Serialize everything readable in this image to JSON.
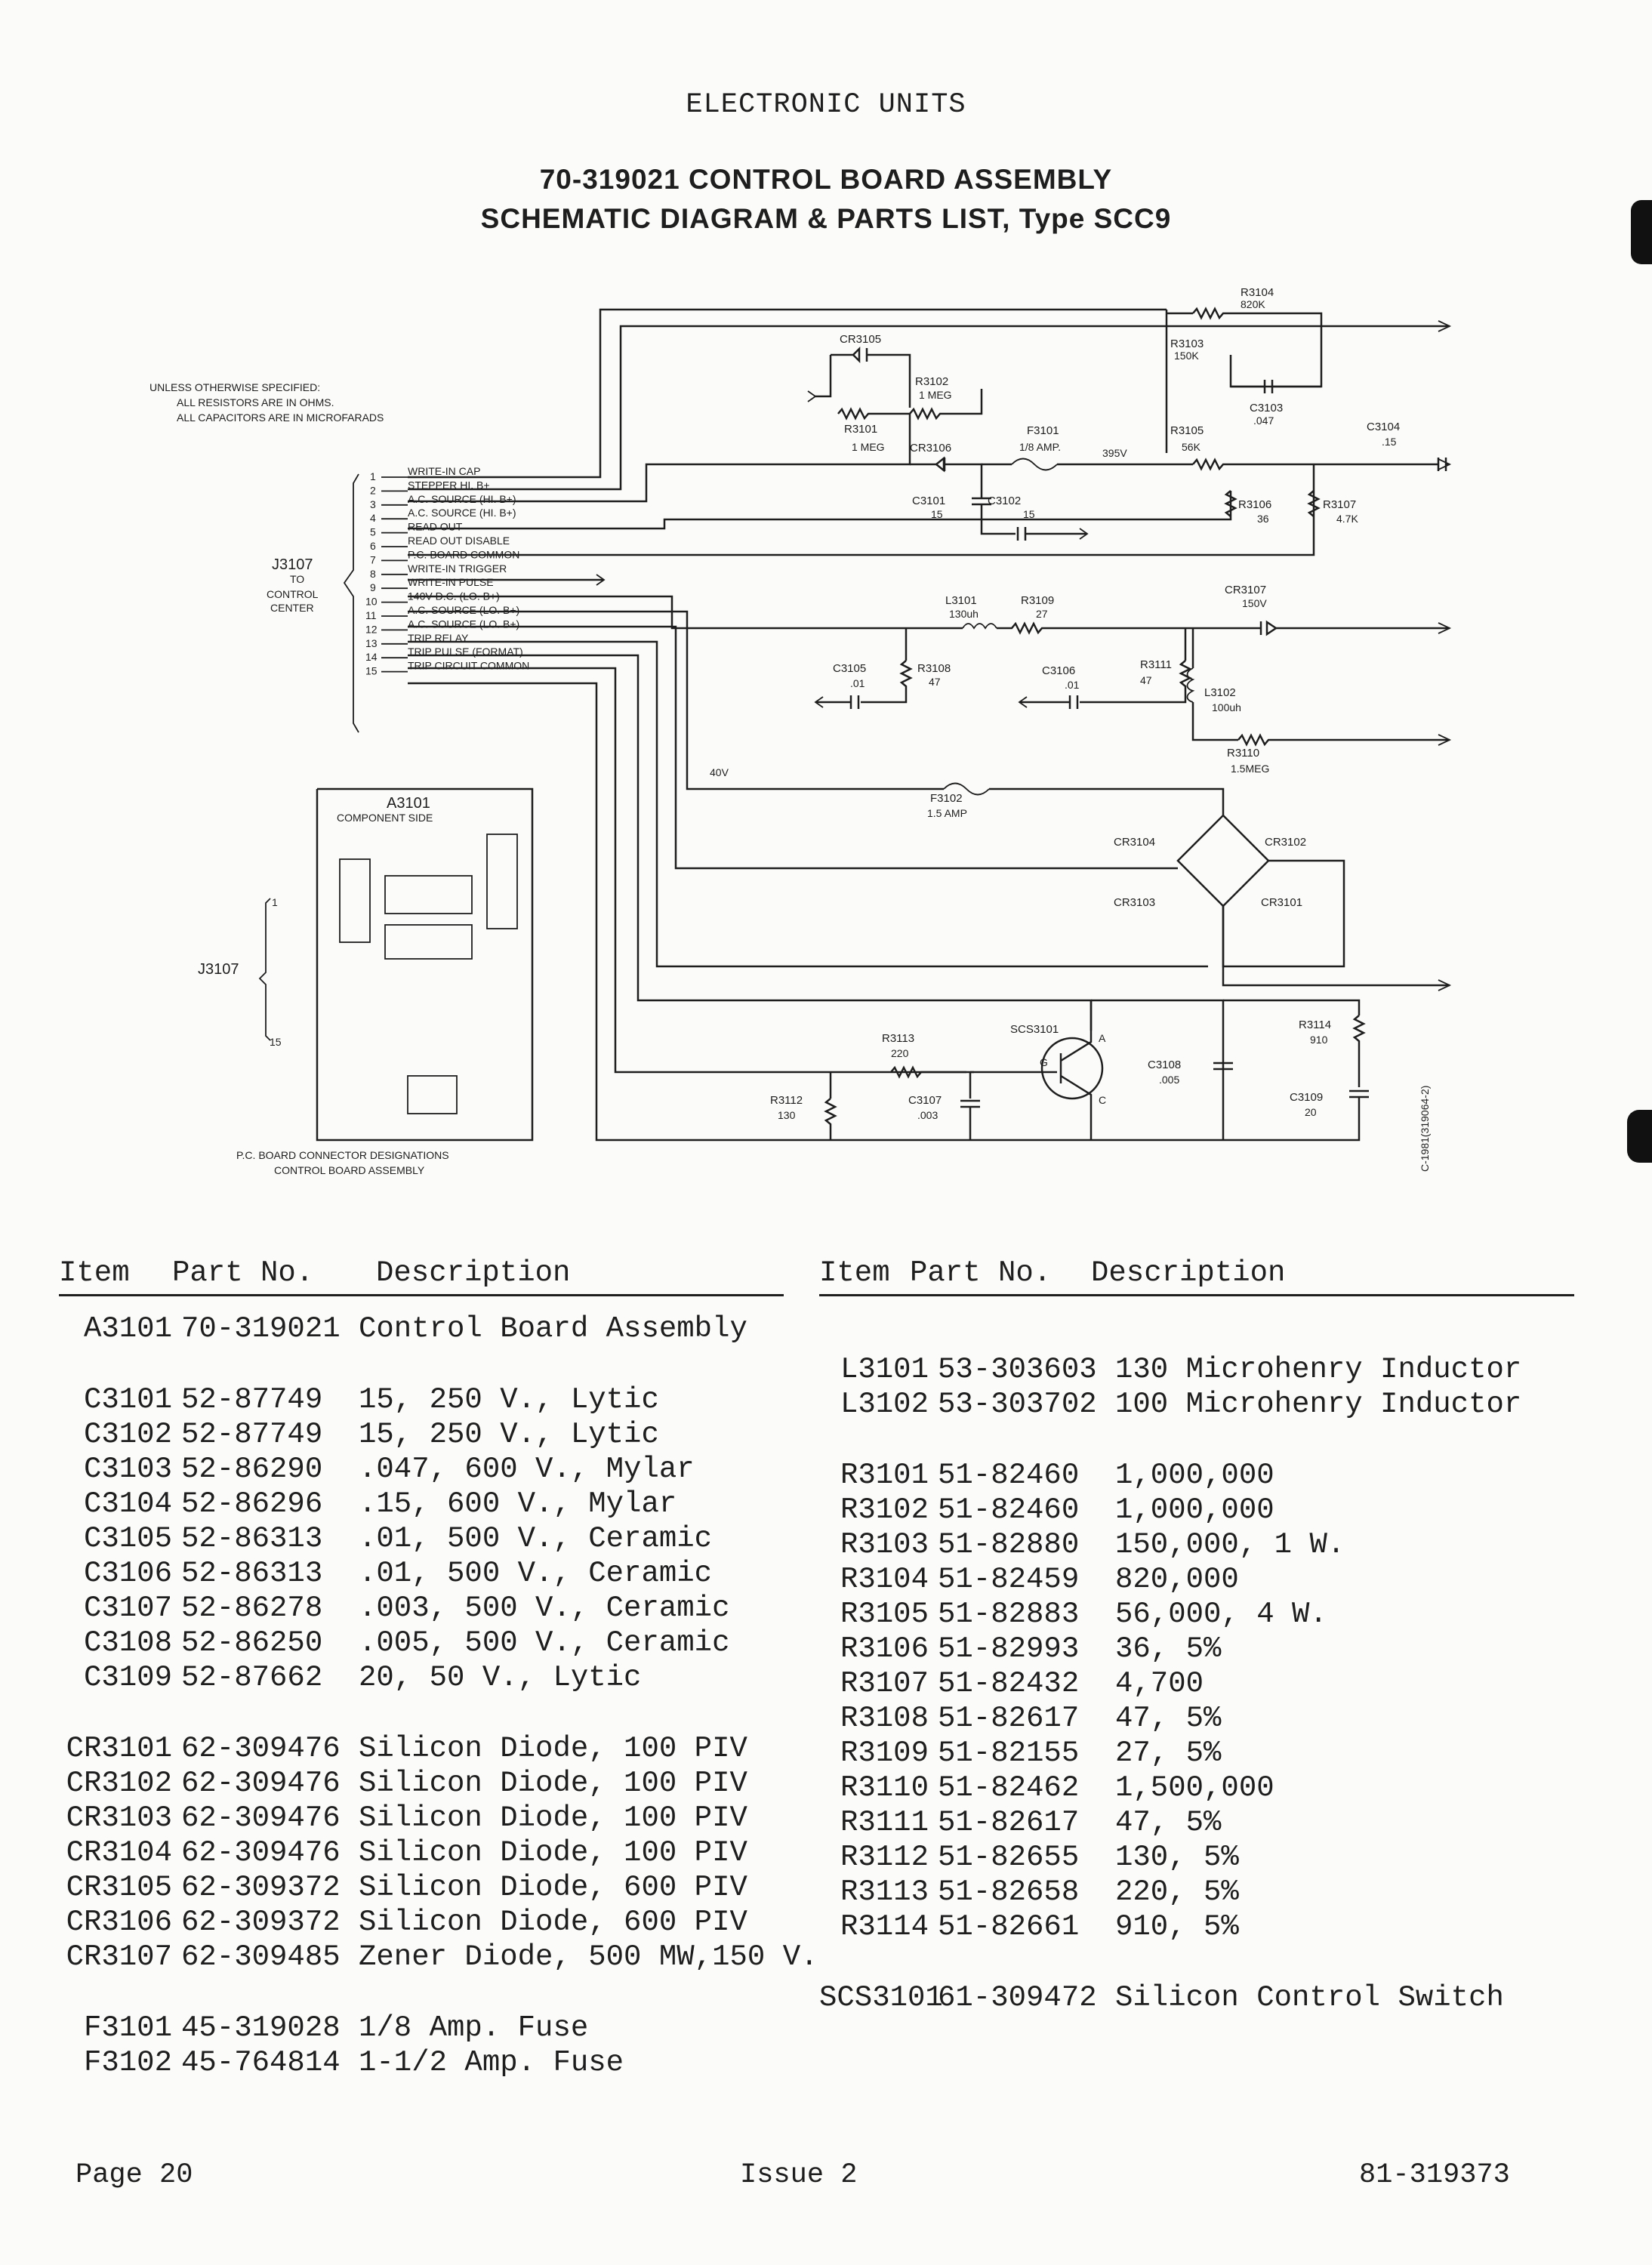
{
  "header": "ELECTRONIC UNITS",
  "title_line1": "70-319021 CONTROL BOARD ASSEMBLY",
  "title_line2": "SCHEMATIC DIAGRAM & PARTS LIST, Type SCC9",
  "schematic": {
    "notes": [
      "UNLESS OTHERWISE SPECIFIED:",
      "ALL RESISTORS ARE IN OHMS.",
      "ALL CAPACITORS ARE IN MICROFARADS"
    ],
    "connector_label": [
      "J3107",
      "TO",
      "CONTROL",
      "CENTER"
    ],
    "pins": [
      {
        "num": "1",
        "label": "WRITE-IN CAP"
      },
      {
        "num": "2",
        "label": "STEPPER HI. B+"
      },
      {
        "num": "3",
        "label": "A.C. SOURCE (HI. B+)"
      },
      {
        "num": "4",
        "label": "A.C. SOURCE (HI. B+)"
      },
      {
        "num": "5",
        "label": "READ OUT"
      },
      {
        "num": "6",
        "label": "READ OUT DISABLE"
      },
      {
        "num": "7",
        "label": "P.C. BOARD COMMON"
      },
      {
        "num": "8",
        "label": "WRITE-IN TRIGGER"
      },
      {
        "num": "9",
        "label": "WRITE-IN PULSE"
      },
      {
        "num": "10",
        "label": "140V D.C. (LO. B+)"
      },
      {
        "num": "11",
        "label": "A.C. SOURCE (LO. B+)"
      },
      {
        "num": "12",
        "label": "A.C. SOURCE (LO. B+)"
      },
      {
        "num": "13",
        "label": "TRIP RELAY"
      },
      {
        "num": "14",
        "label": "TRIP PULSE (FORMAT)"
      },
      {
        "num": "15",
        "label": "TRIP CIRCUIT COMMON"
      }
    ],
    "components": {
      "R3104": [
        "R3104",
        "820K"
      ],
      "R3103": [
        "R3103",
        "150K"
      ],
      "C3103": [
        "C3103",
        ".047"
      ],
      "C3104": [
        "C3104",
        ".15"
      ],
      "CR3105": [
        "CR3105"
      ],
      "R3102": [
        "R3102",
        "1 MEG"
      ],
      "R3101": [
        "R3101",
        "1 MEG"
      ],
      "CR3106": [
        "CR3106"
      ],
      "F3101": [
        "F3101",
        "1/8 AMP."
      ],
      "V395": [
        "395V"
      ],
      "R3105": [
        "R3105",
        "56K"
      ],
      "C3101": [
        "C3101",
        "15"
      ],
      "C3102": [
        "C3102",
        "15"
      ],
      "R3106": [
        "R3106",
        "36"
      ],
      "R3107": [
        "R3107",
        "4.7K"
      ],
      "L3101": [
        "L3101",
        "130uh"
      ],
      "R3109": [
        "R3109",
        "27"
      ],
      "CR3107": [
        "CR3107",
        "150V"
      ],
      "C3105": [
        "C3105",
        ".01"
      ],
      "R3108": [
        "R3108",
        "47"
      ],
      "C3106": [
        "C3106",
        ".01"
      ],
      "R3111": [
        "R3111",
        "47"
      ],
      "L3102": [
        "L3102",
        "100uh"
      ],
      "R3110": [
        "R3110",
        "1.5MEG"
      ],
      "V40": [
        "40V"
      ],
      "F3102": [
        "F3102",
        "1.5 AMP"
      ],
      "CR3104": [
        "CR3104"
      ],
      "CR3102": [
        "CR3102"
      ],
      "CR3103": [
        "CR3103"
      ],
      "CR3101": [
        "CR3101"
      ],
      "SCS3101": [
        "SCS3101"
      ],
      "R3113": [
        "R3113",
        "220"
      ],
      "R3114": [
        "R3114",
        "910"
      ],
      "C3108": [
        "C3108",
        ".005"
      ],
      "C3109": [
        "C3109",
        "20"
      ],
      "R3112": [
        "R3112",
        "130"
      ],
      "C3107": [
        "C3107",
        ".003"
      ]
    },
    "board_label": [
      "A3101",
      "COMPONENT SIDE"
    ],
    "board_pin_first": "1",
    "board_pin_last": "15",
    "board_connector": "J3107",
    "board_caption": [
      "P.C. BOARD CONNECTOR DESIGNATIONS",
      "CONTROL BOARD ASSEMBLY"
    ],
    "drawing_number": "C-1981(319064-2)",
    "scs_pins": {
      "g": "G",
      "a": "A",
      "c": "C"
    }
  },
  "parts_list": {
    "headers": {
      "item": "Item",
      "part": "Part No.",
      "desc": "Description"
    },
    "left": [
      [
        "A3101",
        "70-319021",
        "Control Board Assembly"
      ],
      [
        "C3101",
        "52-87749",
        "15, 250 V., Lytic"
      ],
      [
        "C3102",
        "52-87749",
        "15, 250 V., Lytic"
      ],
      [
        "C3103",
        "52-86290",
        ".047, 600 V., Mylar"
      ],
      [
        "C3104",
        "52-86296",
        ".15, 600 V., Mylar"
      ],
      [
        "C3105",
        "52-86313",
        ".01, 500 V., Ceramic"
      ],
      [
        "C3106",
        "52-86313",
        ".01, 500 V., Ceramic"
      ],
      [
        "C3107",
        "52-86278",
        ".003, 500 V., Ceramic"
      ],
      [
        "C3108",
        "52-86250",
        ".005, 500 V., Ceramic"
      ],
      [
        "C3109",
        "52-87662",
        "20, 50 V., Lytic"
      ],
      [
        "CR3101",
        "62-309476",
        "Silicon Diode, 100 PIV"
      ],
      [
        "CR3102",
        "62-309476",
        "Silicon Diode, 100 PIV"
      ],
      [
        "CR3103",
        "62-309476",
        "Silicon Diode, 100 PIV"
      ],
      [
        "CR3104",
        "62-309476",
        "Silicon Diode, 100 PIV"
      ],
      [
        "CR3105",
        "62-309372",
        "Silicon Diode, 600 PIV"
      ],
      [
        "CR3106",
        "62-309372",
        "Silicon Diode, 600 PIV"
      ],
      [
        "CR3107",
        "62-309485",
        "Zener Diode, 500 MW,150 V."
      ],
      [
        "F3101",
        "45-319028",
        "1/8 Amp. Fuse"
      ],
      [
        "F3102",
        "45-764814",
        "1-1/2 Amp. Fuse"
      ]
    ],
    "right": [
      [
        "L3101",
        "53-303603",
        "130 Microhenry Inductor"
      ],
      [
        "L3102",
        "53-303702",
        "100 Microhenry Inductor"
      ],
      [
        "R3101",
        "51-82460",
        "1,000,000"
      ],
      [
        "R3102",
        "51-82460",
        "1,000,000"
      ],
      [
        "R3103",
        "51-82880",
        "150,000, 1 W."
      ],
      [
        "R3104",
        "51-82459",
        "820,000"
      ],
      [
        "R3105",
        "51-82883",
        "56,000, 4 W."
      ],
      [
        "R3106",
        "51-82993",
        "36, 5%"
      ],
      [
        "R3107",
        "51-82432",
        "4,700"
      ],
      [
        "R3108",
        "51-82617",
        "47, 5%"
      ],
      [
        "R3109",
        "51-82155",
        "27, 5%"
      ],
      [
        "R3110",
        "51-82462",
        "1,500,000"
      ],
      [
        "R3111",
        "51-82617",
        "47, 5%"
      ],
      [
        "R3112",
        "51-82655",
        "130, 5%"
      ],
      [
        "R3113",
        "51-82658",
        "220, 5%"
      ],
      [
        "R3114",
        "51-82661",
        "910, 5%"
      ],
      [
        "SCS3101",
        "61-309472",
        "Silicon Control Switch"
      ]
    ]
  },
  "footer": {
    "page": "Page 20",
    "issue": "Issue 2",
    "doc_number": "81-319373"
  }
}
